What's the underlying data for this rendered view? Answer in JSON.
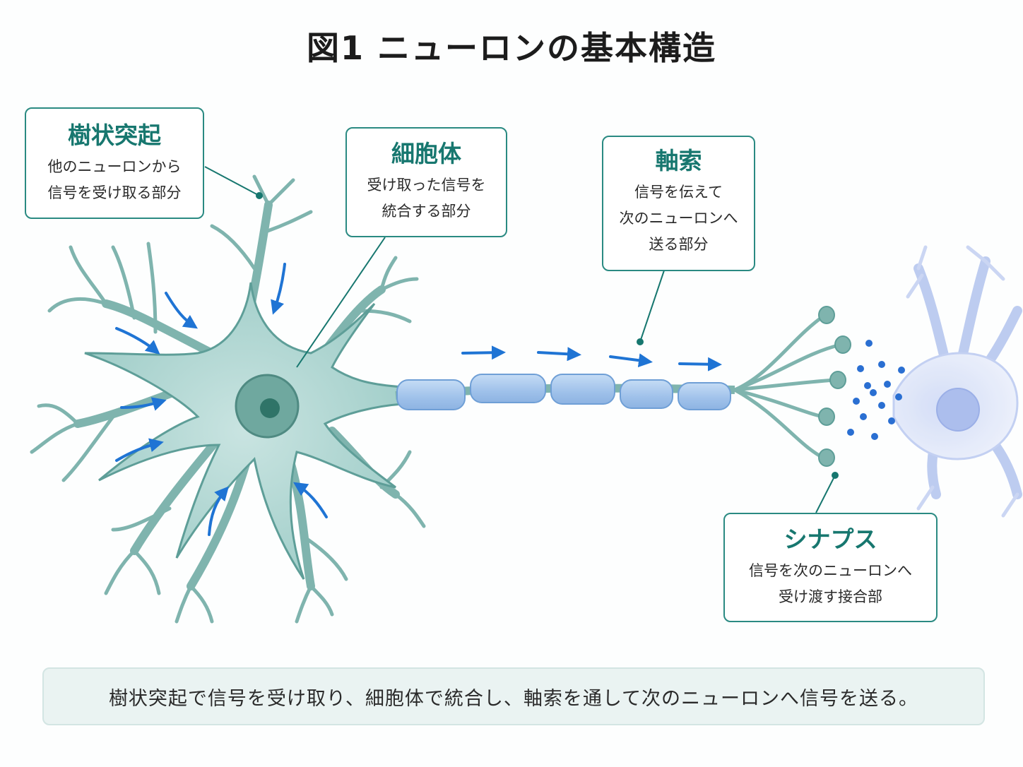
{
  "title": "図1 ニューロンの基本構造",
  "labels": {
    "dendrite": {
      "title": "樹状突起",
      "desc_lines": [
        "他のニューロンから",
        "信号を受け取る部分"
      ]
    },
    "soma": {
      "title": "細胞体",
      "desc_lines": [
        "受け取った信号を",
        "統合する部分"
      ]
    },
    "axon": {
      "title": "軸索",
      "desc_lines": [
        "信号を伝えて",
        "次のニューロンへ",
        "送る部分"
      ]
    },
    "synapse": {
      "title": "シナプス",
      "desc_lines": [
        "信号を次のニューロンへ",
        "受け渡す接合部"
      ]
    }
  },
  "caption": "樹状突起で信号を受け取り、細胞体で統合し、軸索を通して次のニューロンへ信号を送る。",
  "colors": {
    "neuron_fill": "#a8d3cf",
    "neuron_stroke": "#5e9e98",
    "nucleus": "#6fa89f",
    "nucleolus": "#2f7468",
    "myelin": "#a9c9ee",
    "signal_arrow": "#1f74d4",
    "next_neuron": "#b7c7f0",
    "label_border": "#2a8a82",
    "label_title": "#17776f"
  }
}
